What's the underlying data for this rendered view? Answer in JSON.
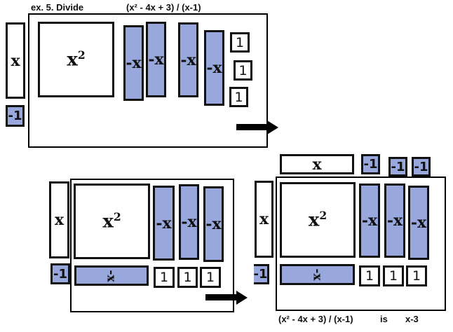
{
  "title": "ex. 5.  Divide",
  "problem": "(x² - 4x + 3) / (x-1)",
  "colors": {
    "negative_tile": "#98a8dc",
    "positive_tile": "#ffffff",
    "outline": "#111111"
  },
  "tiles": {
    "x": "x",
    "x2": "x",
    "x2_exp": "2",
    "neg_x": "-x",
    "one": "1",
    "neg_one": "-1"
  },
  "result": {
    "expression": "(x² - 4x + 3) / (x-1)",
    "connector": "is",
    "answer": "x-3"
  }
}
